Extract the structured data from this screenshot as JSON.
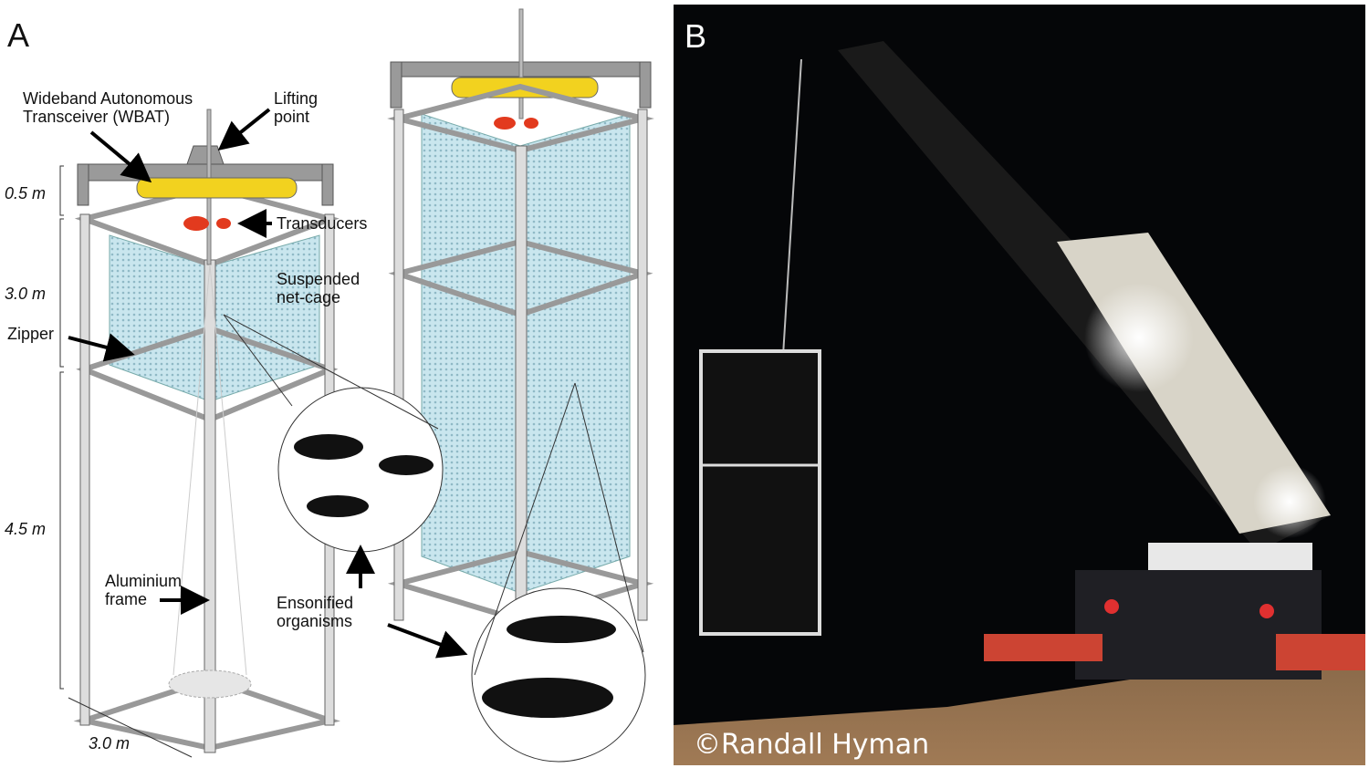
{
  "panel_a": {
    "panel_label": "A",
    "labels": {
      "wbat": "Wideband Autonomous",
      "wbat_line2": "Transceiver (WBAT)",
      "lifting": "Lifting",
      "lifting_line2": "point",
      "transducers": "Transducers",
      "net_cage": "Suspended",
      "net_cage_line2": "net-cage",
      "zipper": "Zipper",
      "frame": "Aluminium",
      "frame_line2": "frame",
      "organisms": "Ensonified",
      "organisms_line2": "organisms"
    },
    "dimensions": {
      "top": "0.5 m",
      "middle": "3.0 m",
      "bottom": "4.5 m",
      "width": "3.0 m"
    },
    "colors": {
      "net": "#bfe0e8",
      "wbat": "#f2d21f",
      "transducer": "#e23a1e",
      "frame": "#d9d6d6"
    }
  },
  "panel_b": {
    "panel_label": "B",
    "credit": "©Randall Hyman"
  }
}
